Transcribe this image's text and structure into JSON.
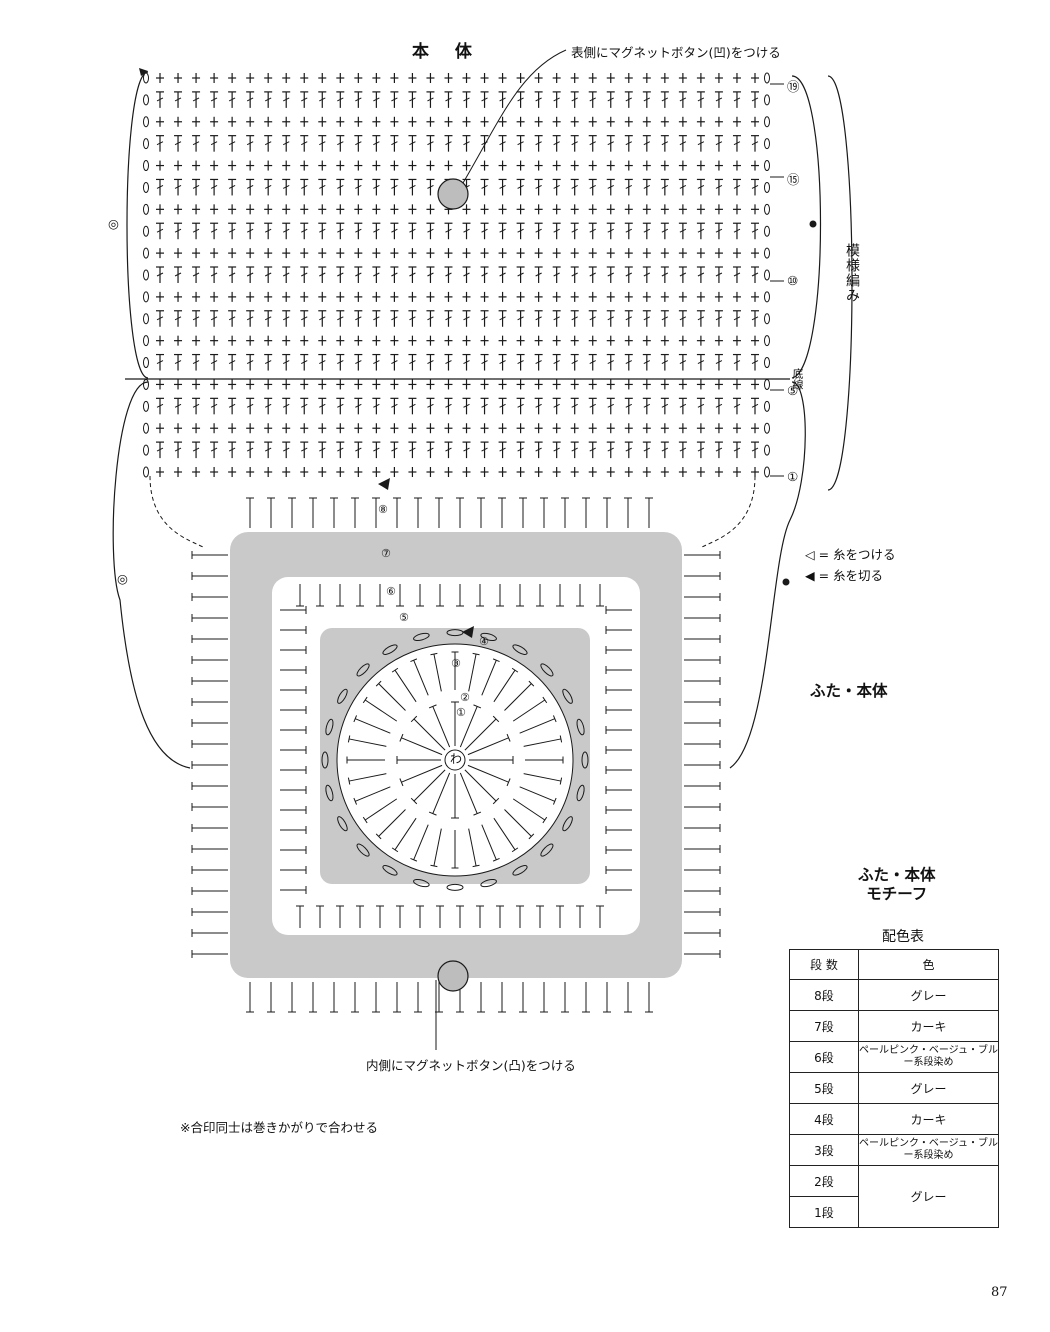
{
  "titles": {
    "body": "本 体",
    "lid_body": "ふた・本体",
    "motif_line1": "ふた・本体",
    "motif_line2": "モチーフ",
    "pattern": "模様編み",
    "bottom_line": "底線"
  },
  "notes": {
    "outer_button": "表側にマグネットボタン(凹)をつける",
    "inner_button": "内側にマグネットボタン(凸)をつける",
    "join": "※合印同士は巻きかがりで合わせる"
  },
  "legend": {
    "attach_symbol": "◁",
    "attach_text": "= 糸をつける",
    "cut_symbol": "◀",
    "cut_text": "= 糸を切る"
  },
  "row_labels": [
    "⑲",
    "⑮",
    "⑩",
    "⑤",
    "①"
  ],
  "motif_rounds": [
    "⑧",
    "⑦",
    "⑥",
    "⑤",
    "④",
    "③",
    "②",
    "①"
  ],
  "ring_label": "わ",
  "join_mark": "◎",
  "color_table": {
    "title": "配色表",
    "headers": [
      "段 数",
      "色"
    ],
    "rows": [
      {
        "round": "8段",
        "color": "グレー"
      },
      {
        "round": "7段",
        "color": "カーキ"
      },
      {
        "round": "6段",
        "color": "ペールピンク・ベージュ・ブルー系段染め"
      },
      {
        "round": "5段",
        "color": "グレー"
      },
      {
        "round": "4段",
        "color": "カーキ"
      },
      {
        "round": "3段",
        "color": "ペールピンク・ベージュ・ブルー系段染め"
      },
      {
        "round": "2段",
        "color": "グレー"
      },
      {
        "round": "1段",
        "color": ""
      }
    ]
  },
  "page_number": "87",
  "colors": {
    "ink": "#1a1a1a",
    "shade": "#c9c9c9",
    "dot_fill": "#bdbdbd"
  }
}
